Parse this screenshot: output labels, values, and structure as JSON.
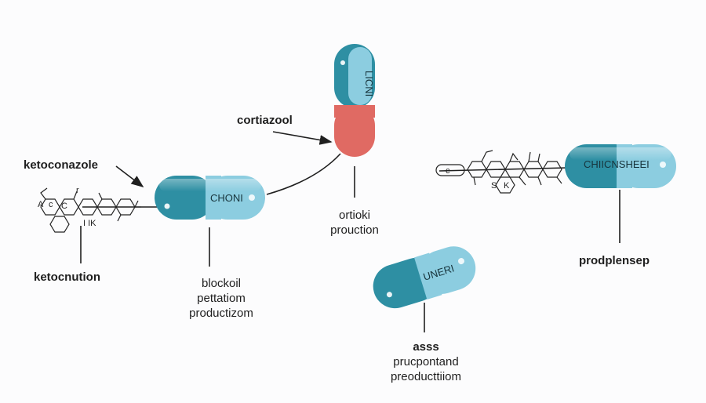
{
  "colors": {
    "teal": "#2e8fa3",
    "light_blue": "#8ccde0",
    "red": "#e06a63",
    "line": "#1f1f1f"
  },
  "labels": {
    "ketoconazole": "ketoconazole",
    "ketocnution": "ketocnution",
    "cortiazool": "cortiazool",
    "ortioki_line1": "ortioki",
    "ortioki_line2": "prouction",
    "blockoil_line1": "blockoil",
    "blockoil_line2": "pettatiom",
    "blockoil_line3": "productizom",
    "prodplensep": "prodplensep",
    "asss_line1": "asss",
    "asss_line2": "prucpontand",
    "asss_line3": "preoducttiiom"
  },
  "capsules": {
    "left": "CHONI",
    "top": "LICNI",
    "right": "CHIICNSHEEI",
    "bottom": "UNERI"
  },
  "molecules": {
    "left_atoms": [
      "c",
      "r",
      "A",
      "C"
    ],
    "left_sub": "I IK",
    "right_atoms": [
      "c",
      "S",
      "K"
    ]
  }
}
